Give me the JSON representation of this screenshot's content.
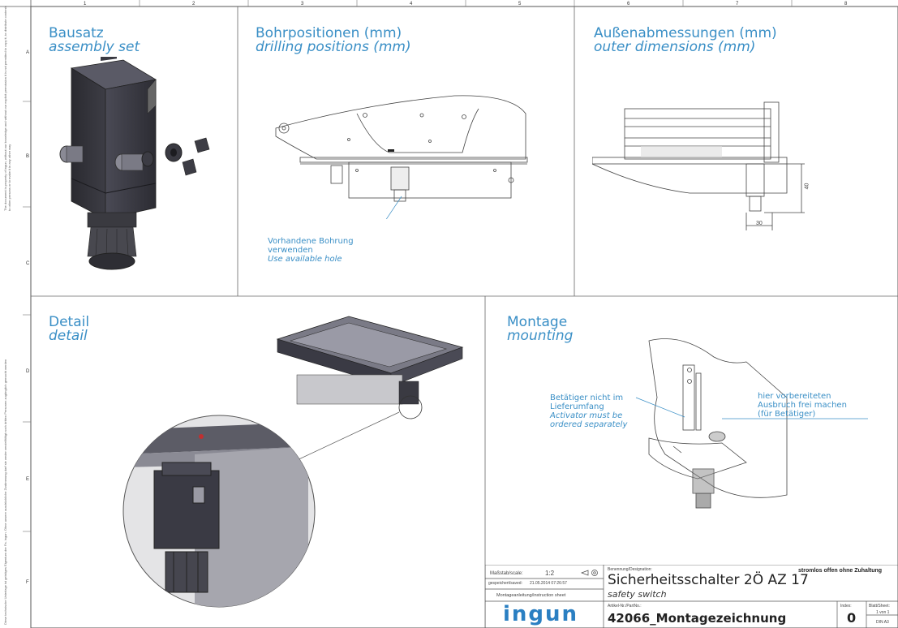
{
  "frame": {
    "columns": [
      "1",
      "2",
      "3",
      "4",
      "5",
      "6",
      "7",
      "8"
    ],
    "rows": [
      "A",
      "B",
      "C",
      "D",
      "E",
      "F"
    ],
    "side_text_top": "The document is property of ingun, without our knowledge and without our explicit permission it is not permitted to copy it, to distribute contents to other persons or to make it in any other way",
    "side_text_bottom": "Diese technische Unterlage ist geistiges Eigentum der Fa. ingun. Ohne unsere ausdrückliche Zustimmung darf sie weder vervielfältigt noch dritten Personen zugänglich gemacht werden"
  },
  "sections": {
    "bausatz": {
      "de": "Bausatz",
      "en": "assembly set"
    },
    "bohr": {
      "de": "Bohrpositionen (mm)",
      "en": "drilling positions (mm)"
    },
    "aussen": {
      "de": "Außenabmessungen (mm)",
      "en": "outer dimensions (mm)"
    },
    "detail": {
      "de": "Detail",
      "en": "detail"
    },
    "montage": {
      "de": "Montage",
      "en": "mounting"
    }
  },
  "notes": {
    "bohrung_de1": "Vorhandene Bohrung",
    "bohrung_de2": "verwenden",
    "bohrung_en": "Use available hole",
    "betaetiger_de1": "Betätiger nicht im",
    "betaetiger_de2": "Lieferumfang",
    "betaetiger_en1": "Activator must be",
    "betaetiger_en2": "ordered separately",
    "ausbruch_1": "hier vorbereiteten",
    "ausbruch_2": "Ausbruch frei machen",
    "ausbruch_3": "(für Betätiger)"
  },
  "dimensions": {
    "height": "40",
    "width": "30"
  },
  "titleblock": {
    "scale_label": "Maßstab/scale:",
    "scale_value": "1:2",
    "saved_label": "gespeichert/saved:",
    "saved_value": "21.05.2014 07:26:57",
    "sheet_type": "Montageanleitung/instruction sheet",
    "logo": "ingun",
    "designation_label": "Benennung/Designation:",
    "designation_de": "Sicherheitsschalter 2Ö AZ 17",
    "designation_note": "stromlos offen ohne Zuhaltung",
    "designation_en": "safety switch",
    "partno_label": "Artikel-Nr./PartNo.:",
    "partno": "42066_Montagezeichnung",
    "index_label": "Index:",
    "index_value": "0",
    "sheet_label": "Blatt/Sheet:",
    "sheet_value": "1 von 1",
    "format": "DIN A3"
  },
  "colors": {
    "accent": "#3a8fc6",
    "line": "#555555"
  }
}
